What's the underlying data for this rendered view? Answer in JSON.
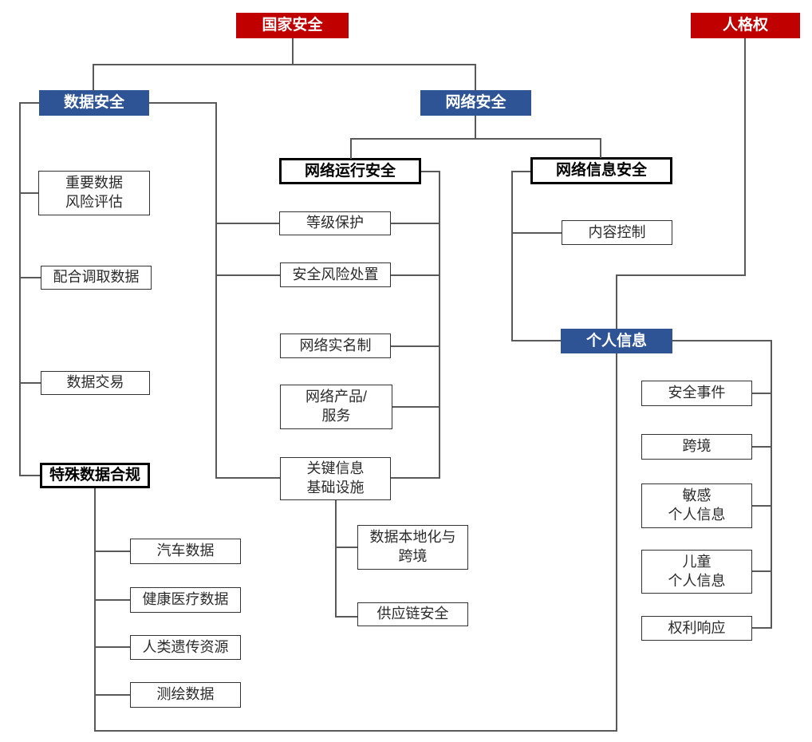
{
  "diagram": {
    "type": "hierarchy-mindmap",
    "colors": {
      "root_node": "#C00000",
      "level2_node": "#2F5496",
      "node_text_on_color": "#FFFFFF",
      "plain_border": "#333333",
      "bold_border": "#000000",
      "connector": "#595959",
      "background": "#FFFFFF"
    },
    "nodes": {
      "national_security": {
        "label": "国家安全",
        "style": "red"
      },
      "personality_rights": {
        "label": "人格权",
        "style": "red"
      },
      "data_security": {
        "label": "数据安全",
        "style": "blue"
      },
      "network_security": {
        "label": "网络安全",
        "style": "blue"
      },
      "network_operation_security": {
        "label": "网络运行安全",
        "style": "bold"
      },
      "network_information_security": {
        "label": "网络信息安全",
        "style": "bold"
      },
      "important_data_risk_assessment": {
        "label": "重要数据\n风险评估",
        "style": "plain"
      },
      "data_retrieval_cooperation": {
        "label": "配合调取数据",
        "style": "plain"
      },
      "data_transaction": {
        "label": "数据交易",
        "style": "plain"
      },
      "special_data_compliance": {
        "label": "特殊数据合规",
        "style": "bold"
      },
      "classified_protection": {
        "label": "等级保护",
        "style": "plain"
      },
      "security_risk_disposal": {
        "label": "安全风险处置",
        "style": "plain"
      },
      "network_real_name": {
        "label": "网络实名制",
        "style": "plain"
      },
      "network_products_services": {
        "label": "网络产品/\n服务",
        "style": "plain"
      },
      "critical_information_infrastructure": {
        "label": "关键信息\n基础设施",
        "style": "plain"
      },
      "data_localization_cross_border": {
        "label": "数据本地化与\n跨境",
        "style": "plain"
      },
      "supply_chain_security": {
        "label": "供应链安全",
        "style": "plain"
      },
      "content_control": {
        "label": "内容控制",
        "style": "plain"
      },
      "personal_information": {
        "label": "个人信息",
        "style": "blue"
      },
      "security_incident": {
        "label": "安全事件",
        "style": "plain"
      },
      "cross_border": {
        "label": "跨境",
        "style": "plain"
      },
      "sensitive_personal_information": {
        "label": "敏感\n个人信息",
        "style": "plain"
      },
      "children_personal_information": {
        "label": "儿童\n个人信息",
        "style": "plain"
      },
      "rights_response": {
        "label": "权利响应",
        "style": "plain"
      },
      "automobile_data": {
        "label": "汽车数据",
        "style": "plain"
      },
      "health_medical_data": {
        "label": "健康医疗数据",
        "style": "plain"
      },
      "human_genetic_resources": {
        "label": "人类遗传资源",
        "style": "plain"
      },
      "surveying_mapping_data": {
        "label": "测绘数据",
        "style": "plain"
      }
    },
    "edges": [
      "国家安全→数据安全",
      "国家安全→网络安全",
      "人格权→个人信息",
      "数据安全→重要数据风险评估",
      "数据安全→配合调取数据",
      "数据安全→数据交易",
      "数据安全→特殊数据合规",
      "数据安全→等级保护",
      "数据安全→安全风险处置",
      "数据安全→关键信息基础设施",
      "网络安全→网络运行安全",
      "网络安全→网络信息安全",
      "网络运行安全→等级保护",
      "网络运行安全→安全风险处置",
      "网络运行安全→网络实名制",
      "网络运行安全→网络产品/服务",
      "网络运行安全→关键信息基础设施",
      "关键信息基础设施→数据本地化与跨境",
      "关键信息基础设施→供应链安全",
      "网络信息安全→内容控制",
      "网络信息安全→个人信息",
      "个人信息→安全事件",
      "个人信息→跨境",
      "个人信息→敏感个人信息",
      "个人信息→儿童个人信息",
      "个人信息→权利响应",
      "特殊数据合规→汽车数据",
      "特殊数据合规→健康医疗数据",
      "特殊数据合规→人类遗传资源",
      "特殊数据合规→测绘数据",
      "特殊数据合规→个人信息"
    ]
  }
}
